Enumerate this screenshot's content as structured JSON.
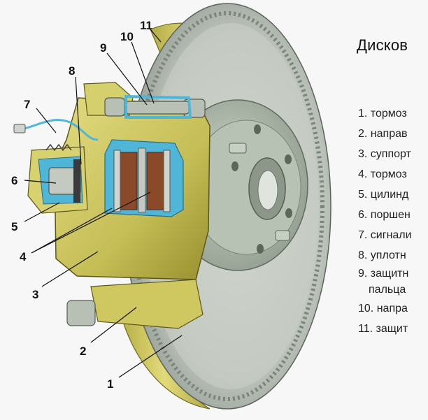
{
  "title": "Дисков",
  "legend": [
    {
      "n": "1.",
      "text": "тормоз"
    },
    {
      "n": "2.",
      "text": "направ"
    },
    {
      "n": "3.",
      "text": "суппорт"
    },
    {
      "n": "4.",
      "text": "тормоз"
    },
    {
      "n": "5.",
      "text": "цилинд"
    },
    {
      "n": "6.",
      "text": "поршен"
    },
    {
      "n": "7.",
      "text": "сигнали"
    },
    {
      "n": "8.",
      "text": "уплотн"
    },
    {
      "n": "9.",
      "text": "защитн",
      "cont": "пальца"
    },
    {
      "n": "10.",
      "text": "напра"
    },
    {
      "n": "11.",
      "text": "защит"
    }
  ],
  "callouts": [
    "1",
    "2",
    "3",
    "4",
    "5",
    "6",
    "7",
    "8",
    "9",
    "10",
    "11"
  ],
  "colors": {
    "disc": "#bfc6bf",
    "disc_dark": "#8e968e",
    "hub": "#b2bdb0",
    "caliper": "#c9c15f",
    "caliper_dark": "#8c852c",
    "shield": "#d6cf63",
    "fluid": "#4fb6d8",
    "pad": "#8a4a2a"
  }
}
